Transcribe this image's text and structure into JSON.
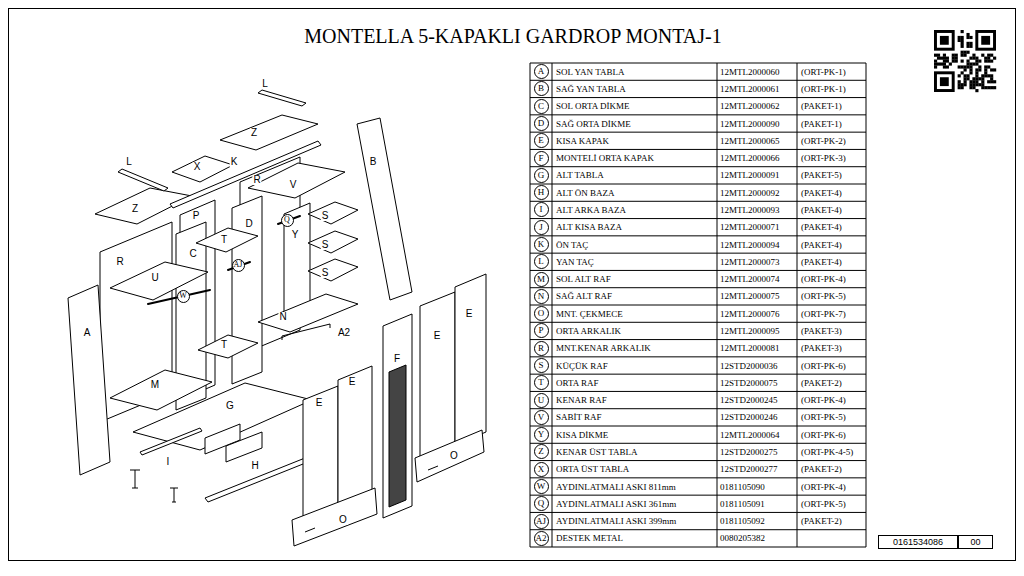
{
  "diagram": {
    "title": "MONTELLA 5-KAPAKLI GARDROP MONTAJ-1",
    "nodes": [
      {
        "text": [
          "Q"
        ]
      },
      {
        "text": [
          "AJ"
        ]
      },
      {
        "text": [
          "W"
        ]
      },
      {
        "text": [
          "A"
        ]
      },
      {
        "text": [
          "B"
        ]
      },
      {
        "text": [
          "C"
        ]
      },
      {
        "text": [
          "D"
        ]
      },
      {
        "text": [
          "E"
        ]
      },
      {
        "text": [
          "F"
        ]
      },
      {
        "text": [
          "G"
        ]
      },
      {
        "text": [
          "H"
        ]
      },
      {
        "text": [
          "I"
        ]
      },
      {
        "text": [
          "J"
        ]
      },
      {
        "text": [
          "K"
        ]
      },
      {
        "text": [
          "L"
        ]
      },
      {
        "text": [
          "M"
        ]
      },
      {
        "text": [
          "N"
        ]
      },
      {
        "text": [
          "O"
        ]
      },
      {
        "text": [
          "P"
        ]
      },
      {
        "text": [
          "R"
        ]
      },
      {
        "text": [
          "S"
        ]
      },
      {
        "text": [
          "T"
        ]
      },
      {
        "text": [
          "U"
        ]
      },
      {
        "text": [
          "V"
        ]
      },
      {
        "text": [
          "Y"
        ]
      },
      {
        "text": [
          "Z"
        ]
      },
      {
        "text": [
          "X"
        ]
      },
      {
        "text": [
          "W"
        ]
      },
      {
        "text": [
          "Q"
        ]
      },
      {
        "text": [
          "AJ"
        ]
      },
      {
        "text": [
          "A2"
        ]
      },
      {
        "text": [
          "0161534086"
        ]
      },
      {
        "text": [
          "00"
        ]
      }
    ],
    "labels": [
      "L",
      "Z",
      "K",
      "L",
      "B",
      "X",
      "R",
      "V",
      "Z",
      "P",
      "S",
      "D",
      "Y",
      "T",
      "S",
      "C",
      "R",
      "S",
      "U",
      "E",
      "N",
      "A2",
      "A",
      "E",
      "T",
      "F",
      "E",
      "M",
      "E",
      "G",
      "O",
      "I",
      "H",
      "O",
      "SOL YAN TABLA",
      "12MTL2000060",
      "(ORT-PK-1)",
      "SAĞ YAN TABLA",
      "12MTL2000061",
      "(ORT-PK-1)",
      "SOL ORTA DİKME",
      "12MTL2000062",
      "(PAKET-1)",
      "SAĞ ORTA DİKME",
      "12MTL2000090",
      "(PAKET-1)",
      "KISA KAPAK",
      "12MTL2000065",
      "(ORT-PK-2)",
      "MONTELİ ORTA KAPAK",
      "12MTL2000066",
      "(ORT-PK-3)",
      "ALT TABLA",
      "12MTL2000091",
      "(PAKET-5)",
      "ALT ÖN BAZA",
      "12MTL2000092",
      "(PAKET-4)",
      "ALT ARKA BAZA",
      "12MTL2000093",
      "(PAKET-4)",
      "ALT KISA BAZA",
      "12MTL2000071",
      "(PAKET-4)",
      "ÖN TAÇ",
      "12MTL2000094",
      "(PAKET-4)",
      "YAN TAÇ",
      "12MTL2000073",
      "(PAKET-4)",
      "SOL ALT RAF",
      "12MTL2000074",
      "(ORT-PK-4)",
      "SAĞ ALT RAF",
      "12MTL2000075",
      "(ORT-PK-5)",
      "MNT. ÇEKMECE",
      "12MTL2000076",
      "(ORT-PK-7)",
      "ORTA ARKALIK",
      "12MTL2000095",
      "(PAKET-3)",
      "MNT.KENAR ARKALIK",
      "12MTL2000081",
      "(PAKET-3)",
      "KÜÇÜK RAF",
      "12STD2000036",
      "(ORT-PK-6)",
      "ORTA RAF",
      "12STD2000075",
      "(PAKET-2)",
      "KENAR RAF",
      "12STD2000245",
      "(ORT-PK-4)",
      "SABİT RAF",
      "12STD2000246",
      "(ORT-PK-5)",
      "KISA DİKME",
      "12MTL2000064",
      "(ORT-PK-6)",
      "KENAR ÜST TABLA",
      "12STD2000275",
      "(ORT-PK-4-5)",
      "ORTA ÜST TABLA",
      "12STD2000277",
      "(PAKET-2)",
      "AYDINLATMALI ASKI 811mm",
      "0181105090",
      "(ORT-PK-4)",
      "AYDINLATMALI ASKI 361mm",
      "0181105091",
      "(ORT-PK-5)",
      "AYDINLATMALI ASKI 399mm",
      "0181105092",
      "(PAKET-2)",
      "DESTEK METAL",
      "0080205382"
    ]
  }
}
